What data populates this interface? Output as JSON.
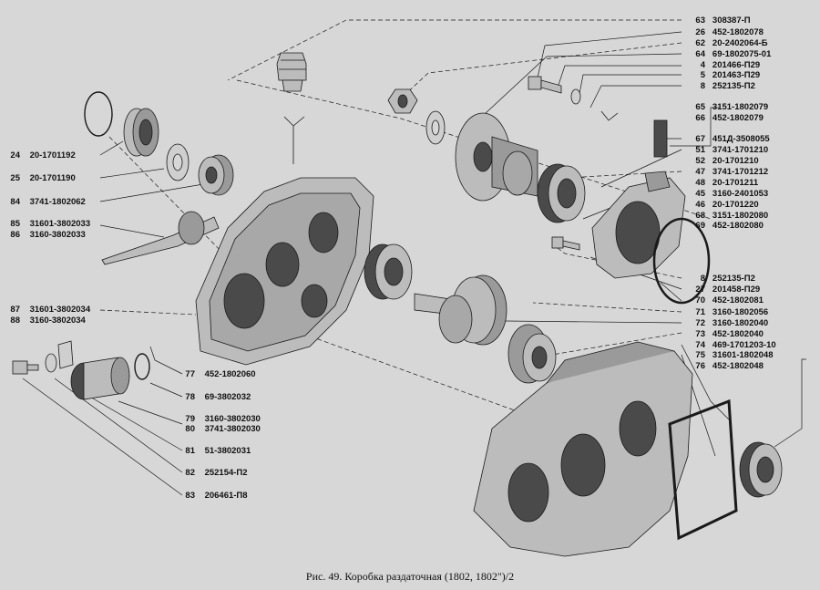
{
  "figure": {
    "caption": "Рис. 49. Коробка раздаточная (1802, 1802\")/2"
  },
  "colors": {
    "background": "#d7d7d7",
    "line": "#1a1a1a",
    "part_fill": "#bcbcbc",
    "part_dark": "#4a4a4a"
  },
  "labels": {
    "right_top": [
      {
        "num": "63",
        "code": "308387-П"
      },
      {
        "num": "26",
        "code": "452-1802078"
      },
      {
        "num": "62",
        "code": "20-2402064-Б"
      },
      {
        "num": "64",
        "code": "69-1802075-01"
      },
      {
        "num": "4",
        "code": "201466-П29"
      },
      {
        "num": "5",
        "code": "201463-П29"
      },
      {
        "num": "8",
        "code": "252135-П2"
      }
    ],
    "right_mid": [
      {
        "num": "65",
        "code": "3151-1802079"
      },
      {
        "num": "66",
        "code": "452-1802079"
      },
      {
        "num": "67",
        "code": "451Д-3508055"
      },
      {
        "num": "51",
        "code": "3741-1701210"
      },
      {
        "num": "52",
        "code": "20-1701210"
      },
      {
        "num": "47",
        "code": "3741-1701212"
      },
      {
        "num": "48",
        "code": "20-1701211"
      },
      {
        "num": "45",
        "code": "3160-2401053"
      },
      {
        "num": "46",
        "code": "20-1701220"
      },
      {
        "num": "68",
        "code": "3151-1802080"
      },
      {
        "num": "69",
        "code": "452-1802080"
      }
    ],
    "right_low": [
      {
        "num": "8",
        "code": "252135-П2"
      },
      {
        "num": "27",
        "code": "201458-П29"
      },
      {
        "num": "70",
        "code": "452-1802081"
      },
      {
        "num": "71",
        "code": "3160-1802056"
      },
      {
        "num": "72",
        "code": "3160-1802040"
      },
      {
        "num": "73",
        "code": "452-1802040"
      },
      {
        "num": "74",
        "code": "469-1701203-10"
      },
      {
        "num": "75",
        "code": "31601-1802048"
      },
      {
        "num": "76",
        "code": "452-1802048"
      }
    ],
    "left": [
      {
        "num": "24",
        "code": "20-1701192"
      },
      {
        "num": "25",
        "code": "20-1701190"
      },
      {
        "num": "84",
        "code": "3741-1802062"
      },
      {
        "num": "85",
        "code": "31601-3802033"
      },
      {
        "num": "86",
        "code": "3160-3802033"
      },
      {
        "num": "87",
        "code": "31601-3802034"
      },
      {
        "num": "88",
        "code": "3160-3802034"
      }
    ],
    "bottom_mid": [
      {
        "num": "77",
        "code": "452-1802060"
      },
      {
        "num": "78",
        "code": "69-3802032"
      },
      {
        "num": "79",
        "code": "3160-3802030"
      },
      {
        "num": "80",
        "code": "3741-3802030"
      },
      {
        "num": "81",
        "code": "51-3802031"
      },
      {
        "num": "82",
        "code": "252154-П2"
      },
      {
        "num": "83",
        "code": "206461-П8"
      }
    ]
  }
}
